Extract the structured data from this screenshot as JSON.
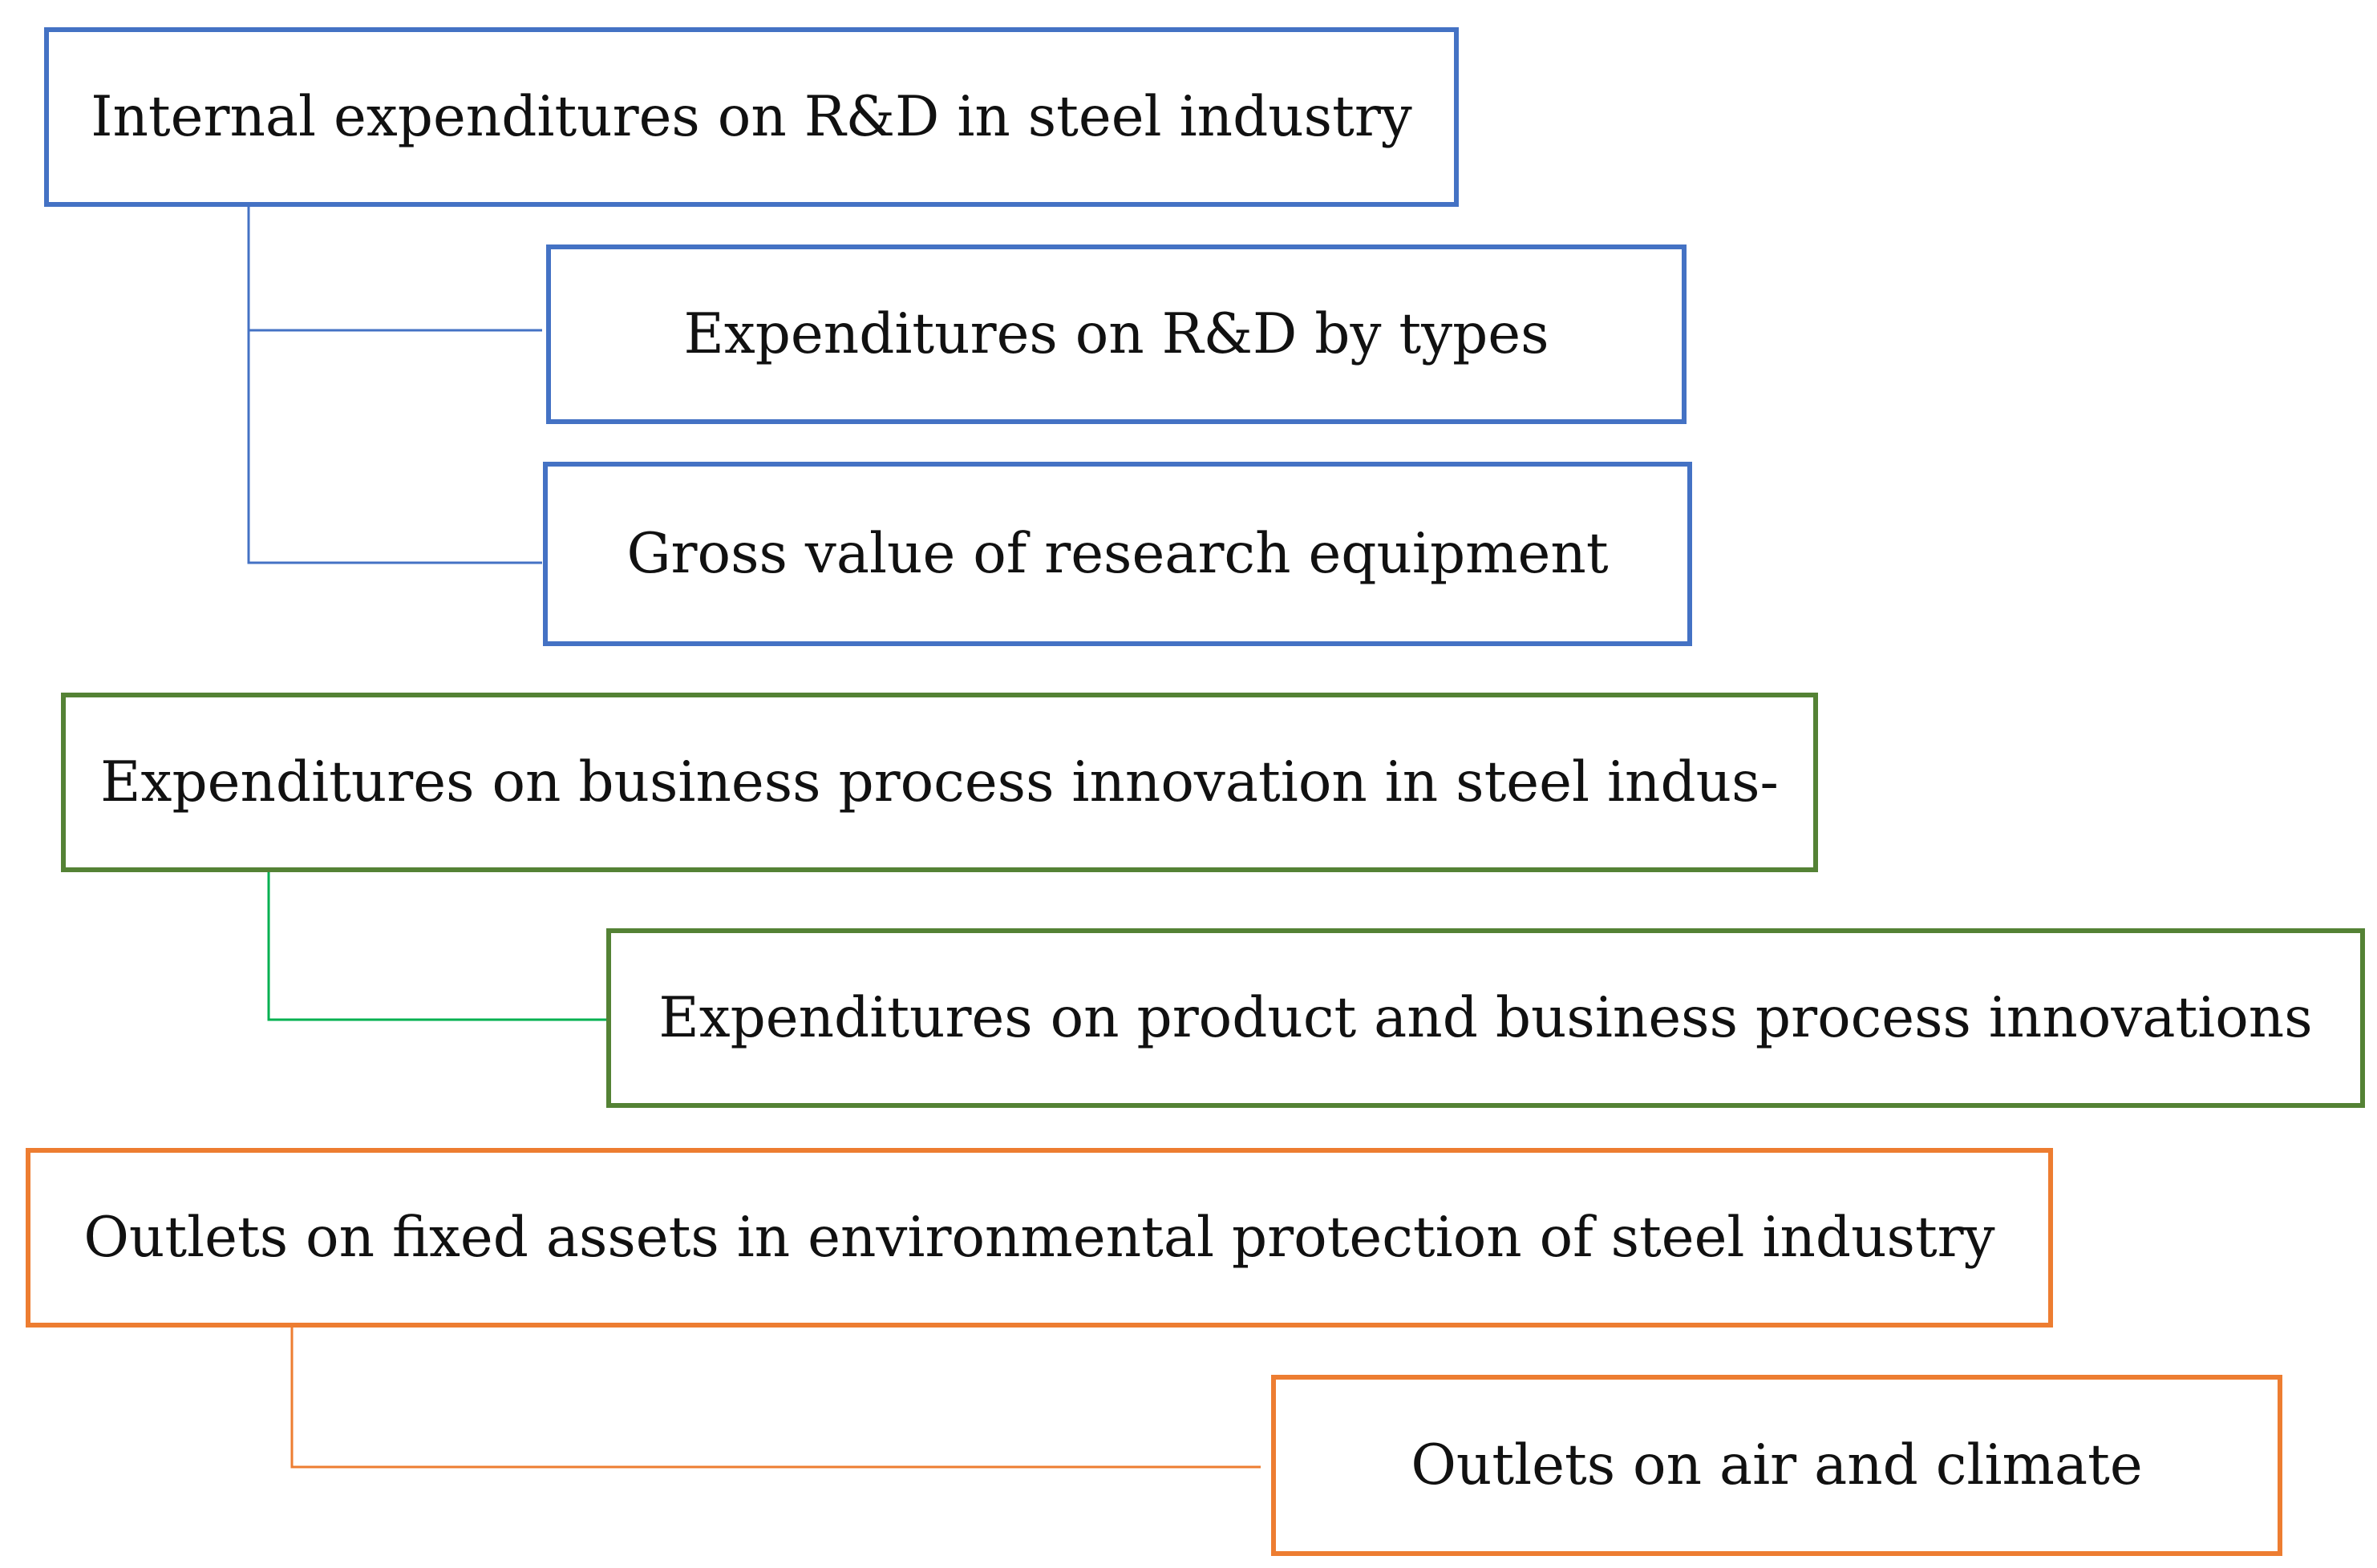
{
  "colors": {
    "blue": "#4472C4",
    "green": "#548235",
    "green_connector": "#00B050",
    "orange": "#ED7D31"
  },
  "groups": [
    {
      "main": "Internal expenditures on R&D in steel industry",
      "children": [
        "Expenditures on R&D by types",
        "Gross value of research equipment"
      ]
    },
    {
      "main": "Expenditures on business process innovation in steel indus-",
      "children": [
        "Expenditures on product and business process innovations"
      ]
    },
    {
      "main": "Outlets on fixed assets in environmental protection of steel industry",
      "children": [
        "Outlets on air and climate"
      ]
    }
  ]
}
